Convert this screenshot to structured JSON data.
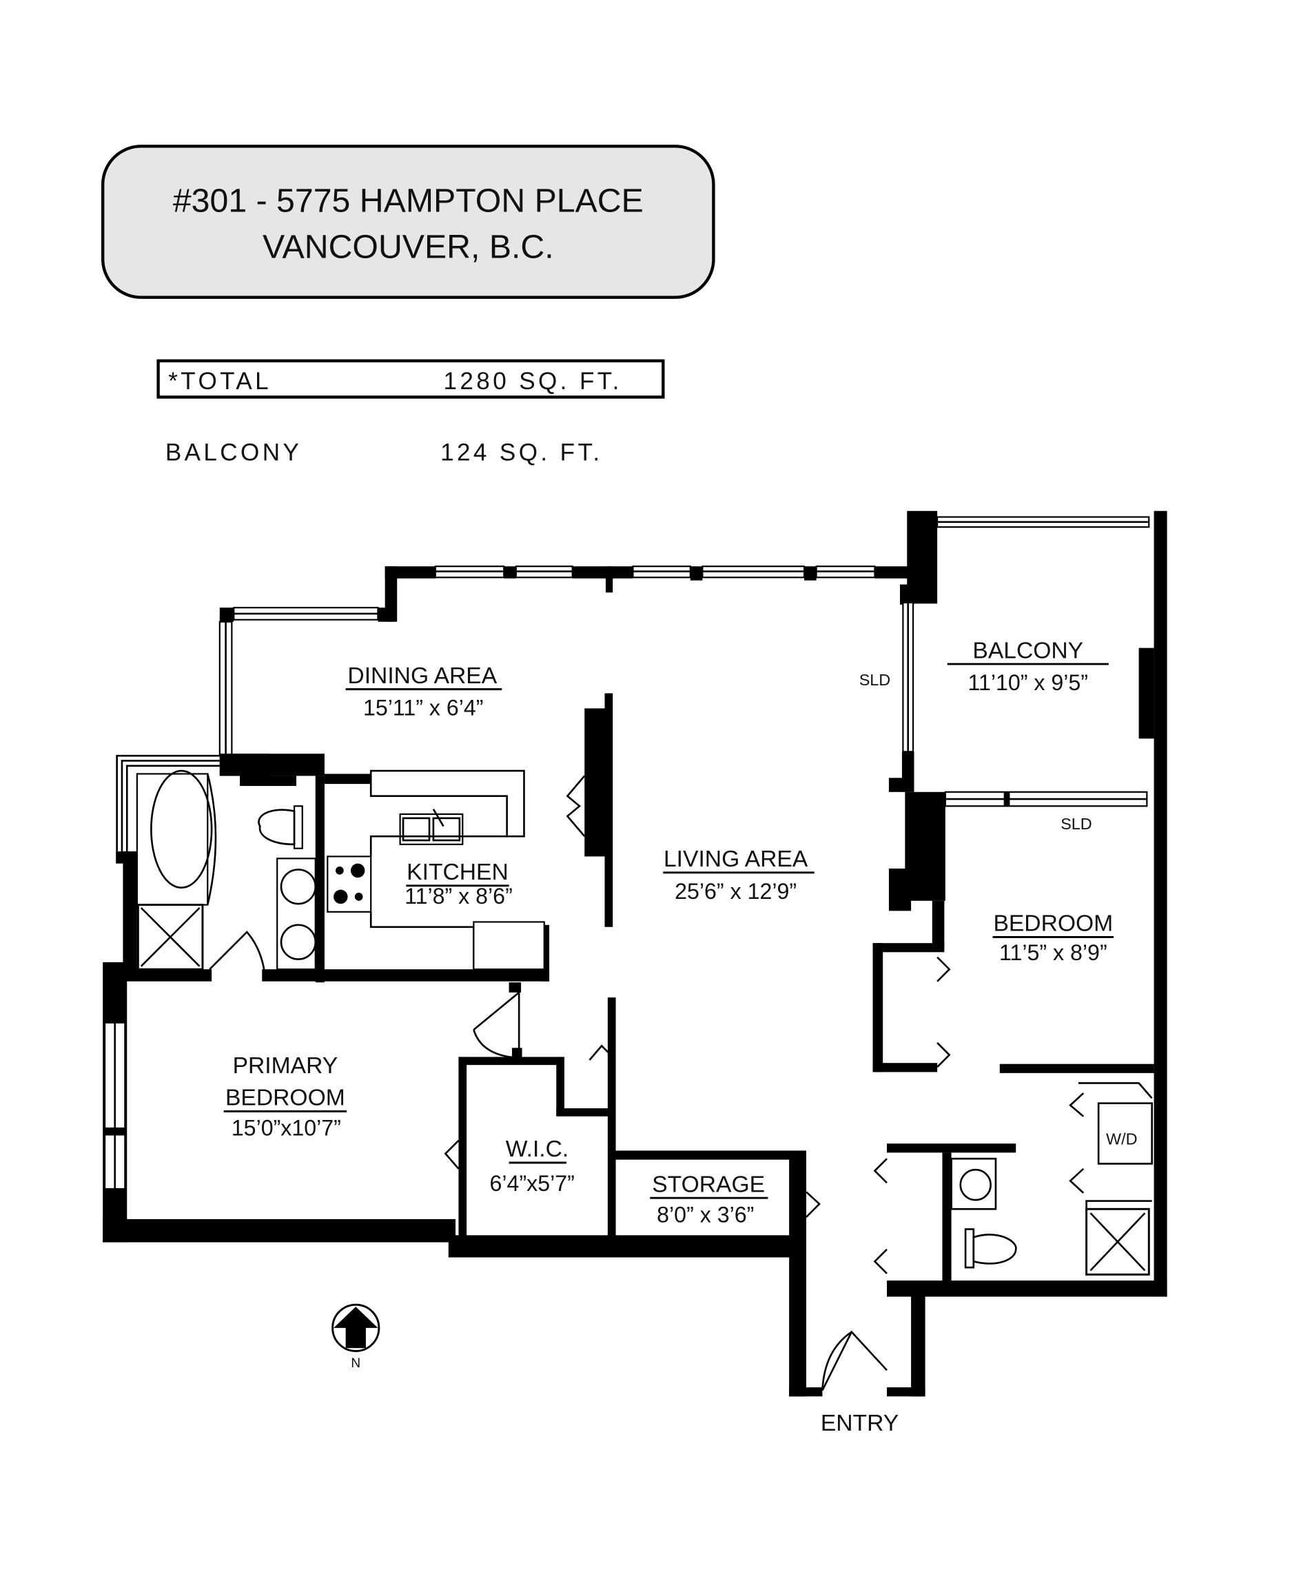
{
  "header": {
    "address_line1": "#301 - 5775 HAMPTON PLACE",
    "address_line2": "VANCOUVER, B.C."
  },
  "areas": {
    "total_label": "*TOTAL",
    "total_value": "1280  SQ. FT.",
    "balcony_label": "BALCONY",
    "balcony_value": "124  SQ. FT."
  },
  "rooms": {
    "dining": {
      "name": "DINING AREA",
      "dims": "15’11” x 6’4”"
    },
    "kitchen": {
      "name": "KITCHEN",
      "dims": "11’8” x 8’6”"
    },
    "living": {
      "name": "LIVING AREA",
      "dims": "25’6” x 12’9”"
    },
    "balcony": {
      "name": "BALCONY",
      "dims": "11’10” x 9’5”"
    },
    "bedroom": {
      "name": "BEDROOM",
      "dims": "11’5” x 8’9”"
    },
    "primary": {
      "name_line1": "PRIMARY",
      "name_line2": "BEDROOM",
      "dims": "15’0”x10’7”"
    },
    "wic": {
      "name": "W.I.C.",
      "dims": "6’4”x5’7”"
    },
    "storage": {
      "name": "STORAGE",
      "dims": "8’0” x 3’6”"
    }
  },
  "labels": {
    "sld_living": "SLD",
    "sld_bedroom": "SLD",
    "washer_dryer": "W/D",
    "entry": "ENTRY",
    "north": "N"
  },
  "icons": {
    "north_arrow": "north-arrow-icon"
  },
  "colors": {
    "header_fill": "#e6e6e6",
    "wall": "#000000"
  }
}
